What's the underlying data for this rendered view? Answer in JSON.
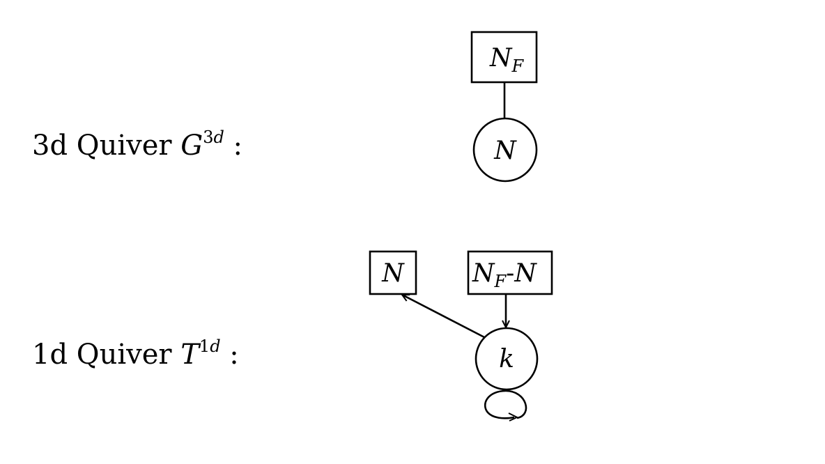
{
  "quiver_3d": {
    "label": {
      "prefix": "3d Quiver ",
      "symbol": "G",
      "superscript_num": "3",
      "superscript_var": "d",
      "suffix": " :"
    },
    "flavor_node": {
      "symbol": "N",
      "subscript": "F"
    },
    "gauge_node": {
      "symbol": "N"
    }
  },
  "quiver_1d": {
    "label": {
      "prefix": "1d Quiver ",
      "symbol": "T",
      "superscript_num": "1",
      "superscript_var": "d",
      "suffix": " :"
    },
    "flavor_node_left": {
      "symbol": "N"
    },
    "flavor_node_right": {
      "symbol": "N",
      "subscript": "F",
      "separator": "-",
      "symbol2": "N"
    },
    "gauge_node": {
      "symbol": "k"
    }
  }
}
